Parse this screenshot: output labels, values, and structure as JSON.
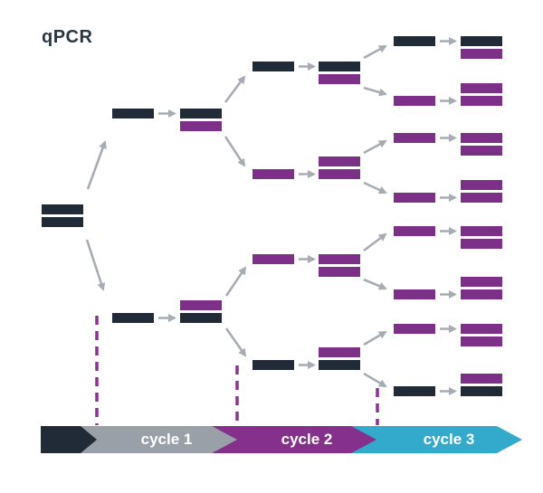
{
  "title": "qPCR",
  "colors": {
    "background": "#ffffff",
    "title_text": "#2b3644",
    "template_strand": "#202b37",
    "new_strand": "#7d3087",
    "arrow": "#a7acb4",
    "dashed_line": "#8c3195",
    "timeline_start": "#202b37",
    "cycle1_segment": "#9aa0a8",
    "cycle2_segment": "#85308b",
    "cycle3_segment": "#33a9cc",
    "timeline_text": "#ffffff"
  },
  "timeline": {
    "segments": [
      {
        "label": "",
        "color_key": "timeline_start"
      },
      {
        "label": "cycle 1",
        "color_key": "cycle1_segment"
      },
      {
        "label": "cycle 2",
        "color_key": "cycle2_segment"
      },
      {
        "label": "cycle 3",
        "color_key": "cycle3_segment"
      }
    ]
  },
  "diagram": {
    "origin_pair": [
      "template",
      "template"
    ],
    "cycles": [
      {
        "rows": [
          {
            "single": "template",
            "align": "top",
            "pair": [
              "template",
              "new"
            ]
          },
          {
            "single": "template",
            "align": "bottom",
            "pair": [
              "new",
              "template"
            ]
          }
        ]
      },
      {
        "rows": [
          {
            "single": "template",
            "align": "top",
            "pair": [
              "template",
              "new"
            ]
          },
          {
            "single": "new",
            "align": "bottom",
            "pair": [
              "new",
              "new"
            ]
          },
          {
            "single": "new",
            "align": "top",
            "pair": [
              "new",
              "new"
            ]
          },
          {
            "single": "template",
            "align": "bottom",
            "pair": [
              "new",
              "template"
            ]
          }
        ]
      },
      {
        "rows": [
          {
            "single": "template",
            "align": "top",
            "pair": [
              "template",
              "new"
            ]
          },
          {
            "single": "new",
            "align": "bottom",
            "pair": [
              "new",
              "new"
            ]
          },
          {
            "single": "new",
            "align": "top",
            "pair": [
              "new",
              "new"
            ]
          },
          {
            "single": "new",
            "align": "bottom",
            "pair": [
              "new",
              "new"
            ]
          },
          {
            "single": "new",
            "align": "top",
            "pair": [
              "new",
              "new"
            ]
          },
          {
            "single": "new",
            "align": "bottom",
            "pair": [
              "new",
              "new"
            ]
          },
          {
            "single": "new",
            "align": "top",
            "pair": [
              "new",
              "new"
            ]
          },
          {
            "single": "template",
            "align": "bottom",
            "pair": [
              "new",
              "template"
            ]
          }
        ]
      }
    ]
  }
}
